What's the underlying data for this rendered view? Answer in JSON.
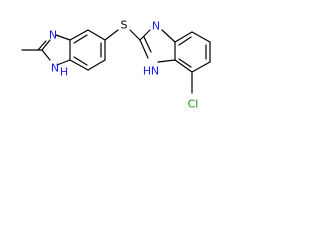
{
  "molecule": {
    "atoms": [
      {
        "symbol": "S",
        "color": "#000000"
      },
      {
        "symbol": "N",
        "color": "#1a1aff"
      },
      {
        "symbol": "H",
        "color": "#1a1aff"
      },
      {
        "symbol": "N",
        "color": "#1a1aff"
      },
      {
        "symbol": "N",
        "color": "#1a1aff"
      },
      {
        "symbol": "H",
        "color": "#1a1aff"
      },
      {
        "symbol": "N",
        "color": "#1a1aff"
      },
      {
        "symbol": "Cl",
        "color": "#1a8c1a"
      }
    ]
  }
}
